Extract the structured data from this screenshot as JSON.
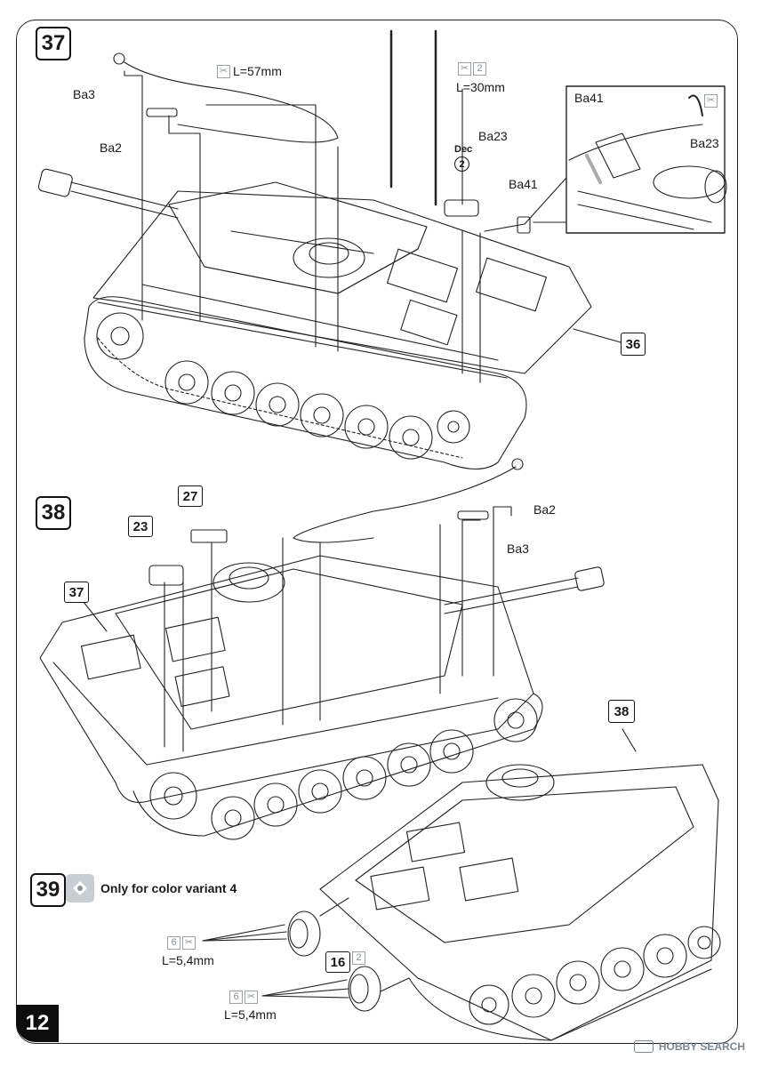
{
  "page": {
    "number": "12"
  },
  "steps": {
    "s37": {
      "number": "37"
    },
    "s38": {
      "number": "38"
    },
    "s39": {
      "number": "39",
      "note": "Only for color variant 4"
    }
  },
  "step37": {
    "ba3": "Ba3",
    "ba2": "Ba2",
    "length_a": "L=57mm",
    "length_b": "L=30mm",
    "qty_b": "2",
    "dec_label": "Dec",
    "dec_number": "2",
    "ba23": "Ba23",
    "ba41": "Ba41",
    "inset_ba41": "Ba41",
    "inset_ba23": "Ba23",
    "ref": "36"
  },
  "step38": {
    "ref_27": "27",
    "ref_23": "23",
    "ref_37": "37",
    "ba2": "Ba2",
    "ba3": "Ba3",
    "ref_38": "38"
  },
  "step39": {
    "qty_a": "6",
    "length_a": "L=5,4mm",
    "ref_16": "16",
    "qty_16": "2",
    "qty_b": "6",
    "length_b": "L=5,4mm"
  },
  "icons": {
    "cut": "scissors-icon",
    "stretch": "stretch-sprue-icon",
    "variant": "color-variant-icon"
  },
  "watermark": {
    "text": "HOBBY SEARCH"
  }
}
